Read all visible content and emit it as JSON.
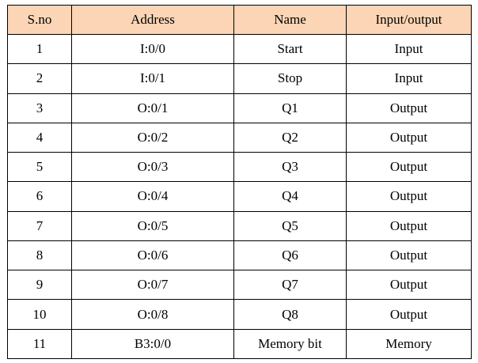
{
  "table": {
    "headers": [
      "S.no",
      "Address",
      "Name",
      "Input/output"
    ],
    "rows": [
      [
        "1",
        "I:0/0",
        "Start",
        "Input"
      ],
      [
        "2",
        "I:0/1",
        "Stop",
        "Input"
      ],
      [
        "3",
        "O:0/1",
        "Q1",
        "Output"
      ],
      [
        "4",
        "O:0/2",
        "Q2",
        "Output"
      ],
      [
        "5",
        "O:0/3",
        "Q3",
        "Output"
      ],
      [
        "6",
        "O:0/4",
        "Q4",
        "Output"
      ],
      [
        "7",
        "O:0/5",
        "Q5",
        "Output"
      ],
      [
        "8",
        "O:0/6",
        "Q6",
        "Output"
      ],
      [
        "9",
        "O:0/7",
        "Q7",
        "Output"
      ],
      [
        "10",
        "O:0/8",
        "Q8",
        "Output"
      ],
      [
        "11",
        "B3:0/0",
        "Memory bit",
        "Memory"
      ]
    ]
  },
  "colors": {
    "header_background": "#fbd5b5",
    "border": "#000000",
    "text": "#000000"
  }
}
